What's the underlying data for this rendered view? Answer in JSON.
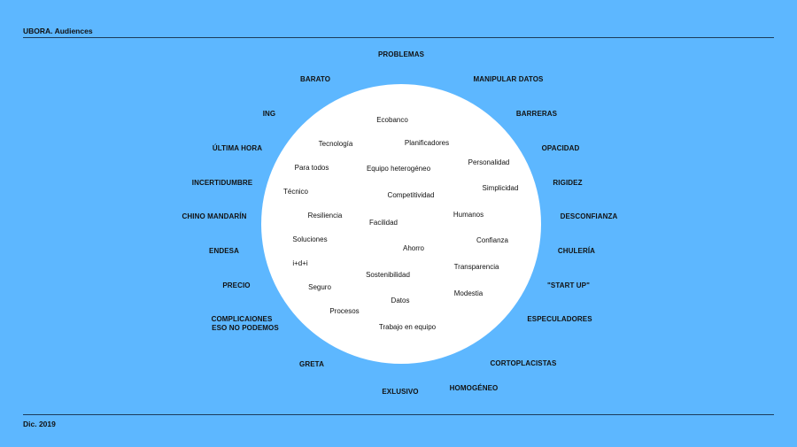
{
  "header": {
    "title": "UBORA. Audiences"
  },
  "footer": {
    "date": "Dic. 2019"
  },
  "outer_words": [
    "PROBLEMAS",
    "BARATO",
    "MANIPULAR DATOS",
    "ING",
    "BARRERAS",
    "ÚLTIMA HORA",
    "OPACIDAD",
    "INCERTIDUMBRE",
    "RIGIDEZ",
    "CHINO MANDARÍN",
    "DESCONFIANZA",
    "ENDESA",
    "CHULERÍA",
    "PRECIO",
    "\"START UP\"",
    "COMPLICAIONES",
    "ESO NO PODEMOS",
    "ESPECULADORES",
    "GRETA",
    "CORTOPLACISTAS",
    "EXLUSIVO",
    "HOMOGÉNEO"
  ],
  "inner_words": [
    "Ecobanco",
    "Tecnología",
    "Planificadores",
    "Para todos",
    "Equipo heterogéneo",
    "Personalidad",
    "Técnico",
    "Competitividad",
    "Simplicidad",
    "Resiliencia",
    "Facilidad",
    "Humanos",
    "Soluciones",
    "Ahorro",
    "Confianza",
    "i+d+i",
    "Transparencia",
    "Sostenibilidad",
    "Seguro",
    "Datos",
    "Modestia",
    "Procesos",
    "Trabajo en equipo"
  ]
}
